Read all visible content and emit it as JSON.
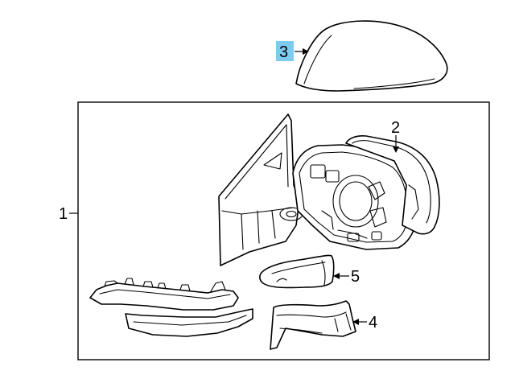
{
  "callouts": [
    {
      "id": "1",
      "text": "1"
    },
    {
      "id": "2",
      "text": "2"
    },
    {
      "id": "3",
      "text": "3"
    },
    {
      "id": "4",
      "text": "4"
    },
    {
      "id": "5",
      "text": "5"
    }
  ],
  "highlight_color": "#7ecbf0"
}
